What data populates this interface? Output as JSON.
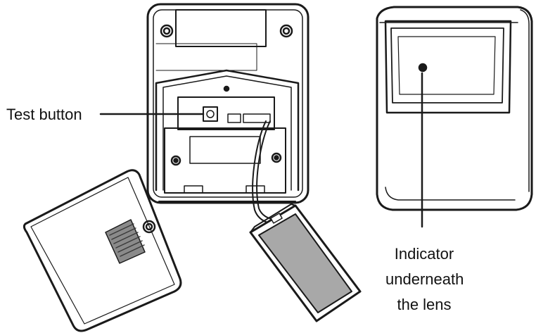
{
  "labels": {
    "test_button": "Test button",
    "indicator_lines": [
      "Indicator",
      "underneath",
      "the lens"
    ]
  },
  "colors": {
    "line": "#1a1a1a",
    "fill_light": "#f4f4f4",
    "fill_dark": "#9a9a9a",
    "battery": "#a8a8a8"
  }
}
